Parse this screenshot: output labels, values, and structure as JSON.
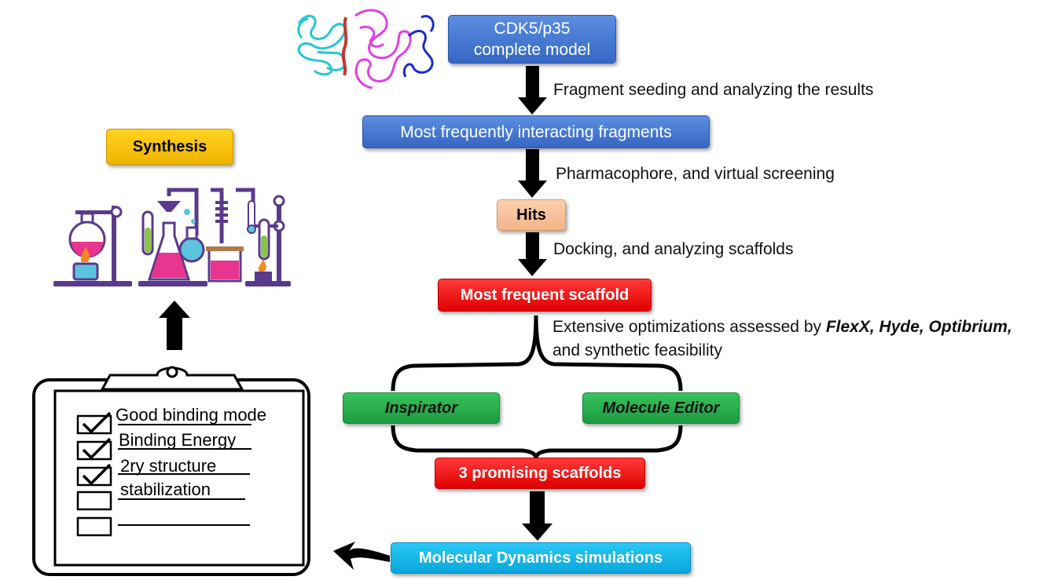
{
  "nodes": {
    "cdk5": [
      "CDK5/p35",
      "complete model"
    ],
    "fragments": "Most frequently interacting fragments",
    "hits": "Hits",
    "scaffold": "Most frequent scaffold",
    "inspirator": "Inspirator",
    "molecule_editor": "Molecule Editor",
    "promising": "3 promising scaffolds",
    "md": "Molecular Dynamics simulations",
    "synthesis": "Synthesis"
  },
  "edges": {
    "e1": "Fragment seeding and analyzing the results",
    "e2": "Pharmacophore, and virtual screening",
    "e3": "Docking, and analyzing scaffolds",
    "e4_prefix": "Extensive optimizations assessed by",
    "e4_tools": "FlexX, Hyde, Optibrium,",
    "e4_line2": "and synthetic feasibility"
  },
  "checklist": [
    "Good binding mode",
    "Binding Energy",
    "2ry structure",
    "stabilization"
  ],
  "colors": {
    "blue": "#3f74d1",
    "red": "#ff0000",
    "green": "#22a846",
    "peach": "#f8c4a0",
    "yellow": "#ffc000",
    "cyan": "#18b4ec",
    "protein_cyan": "#22c6d8",
    "protein_magenta": "#e040e0",
    "protein_blue": "#1a2ad0",
    "lab_purple": "#5a3a8c",
    "lab_pink": "#e8358f"
  }
}
